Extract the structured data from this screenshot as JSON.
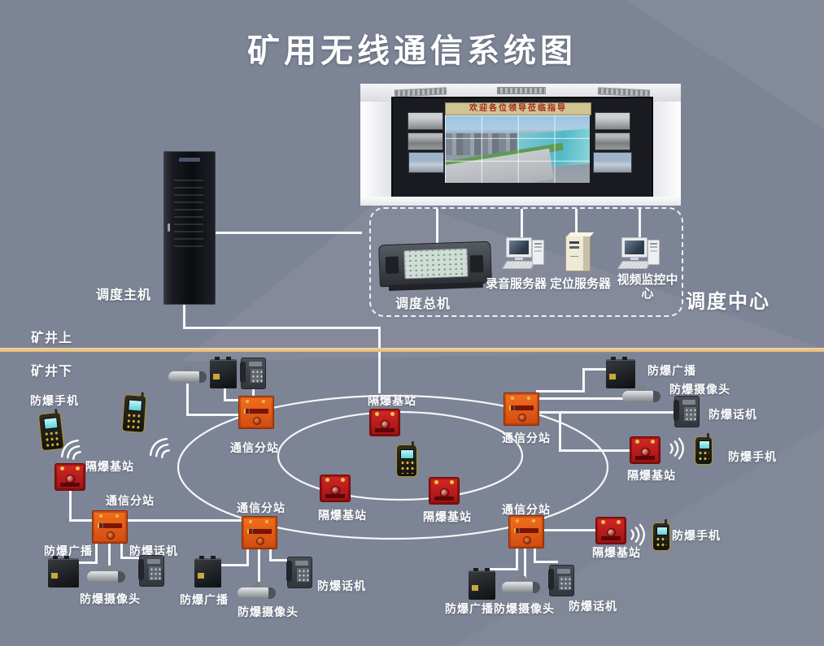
{
  "title": "矿用无线通信系统图",
  "surface": {
    "video_wall_banner": "欢迎各位领导莅临指导",
    "dispatch_host": "调度主机",
    "dispatch_console": "调度总机",
    "recording_server": "录音服务器",
    "positioning_server": "定位服务器",
    "video_monitor_center": "视频监控中心",
    "dispatch_center": "调度中心"
  },
  "boundary": {
    "above": "矿井上",
    "below": "矿井下"
  },
  "device_labels": {
    "base_station": "隔爆基站",
    "substation": "通信分站",
    "handset": "防爆手机",
    "broadcast": "防爆广播",
    "camera": "防爆摄像头",
    "telephone": "防爆话机"
  },
  "icons": {
    "base_station": "red-flameproof-box",
    "substation": "orange-substation-box",
    "handset": "yellow-mobile-phone",
    "broadcast": "black-speaker-box",
    "camera": "gray-cylinder-camera",
    "telephone": "gray-keypad-telephone",
    "server_pc": "desktop-computer",
    "server_tower": "tower-server",
    "signal": "triple-arc-waves"
  },
  "colors": {
    "background": "#7d8495",
    "boundary_line": "#eec487",
    "base_station_red": "#c32020",
    "substation_orange": "#e55d15",
    "connector_white": "#ffffff",
    "banner_bg": "#cfc592",
    "banner_text": "#a8281e"
  }
}
